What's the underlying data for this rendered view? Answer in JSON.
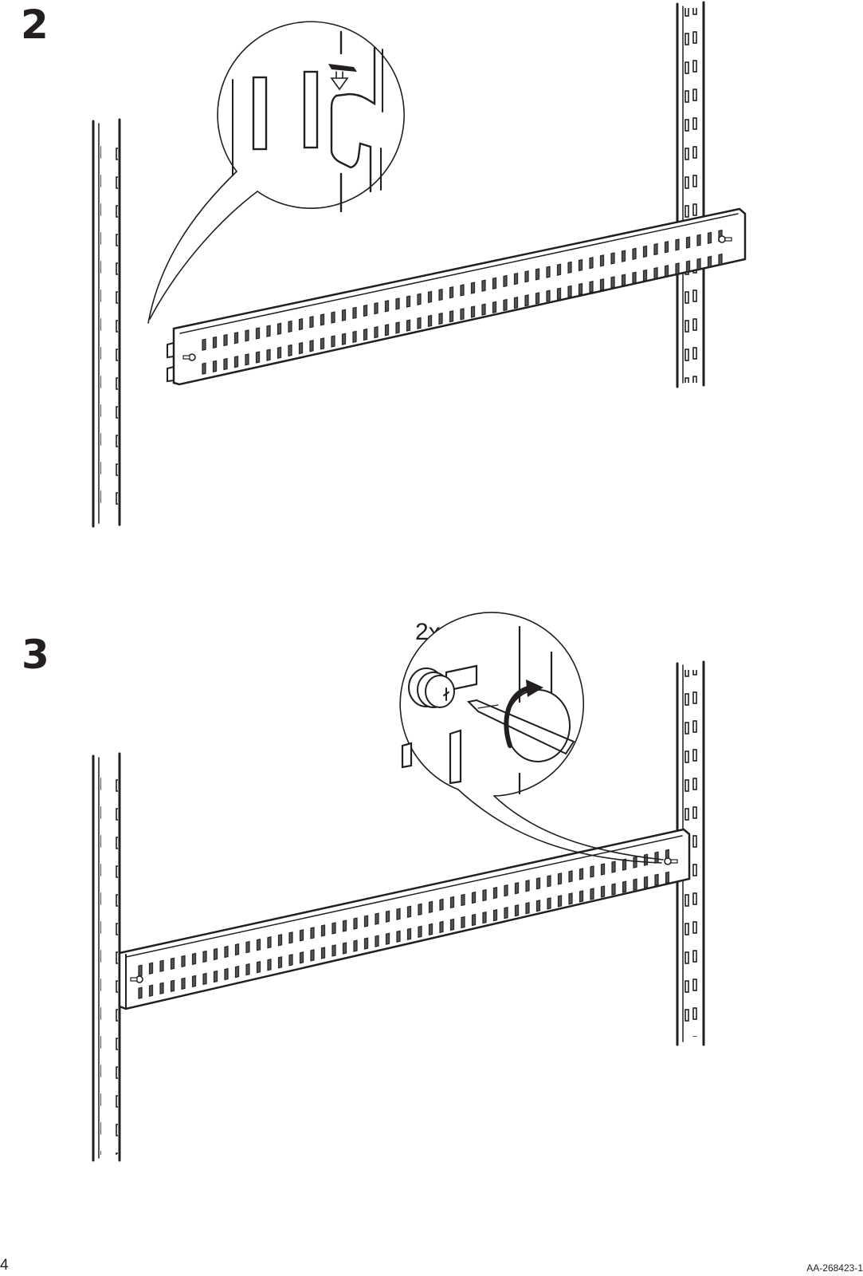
{
  "page": {
    "page_number": "4",
    "document_code": "AA-268423-1"
  },
  "steps": [
    {
      "number": "2",
      "description_visual": "Hook horizontal rail onto two vertical wall uprights; detail callout shows bracket hook sliding down into upright slot",
      "callout_icon": "down-arrow-icon"
    },
    {
      "number": "3",
      "quantity_label": "2x",
      "description_visual": "Tighten screw at each end of rail with Phillips screwdriver; detail callout shows rotation arrow",
      "callout_icon": "clockwise-rotate-icon"
    }
  ],
  "colors": {
    "ink": "#231f20",
    "background": "#ffffff"
  }
}
